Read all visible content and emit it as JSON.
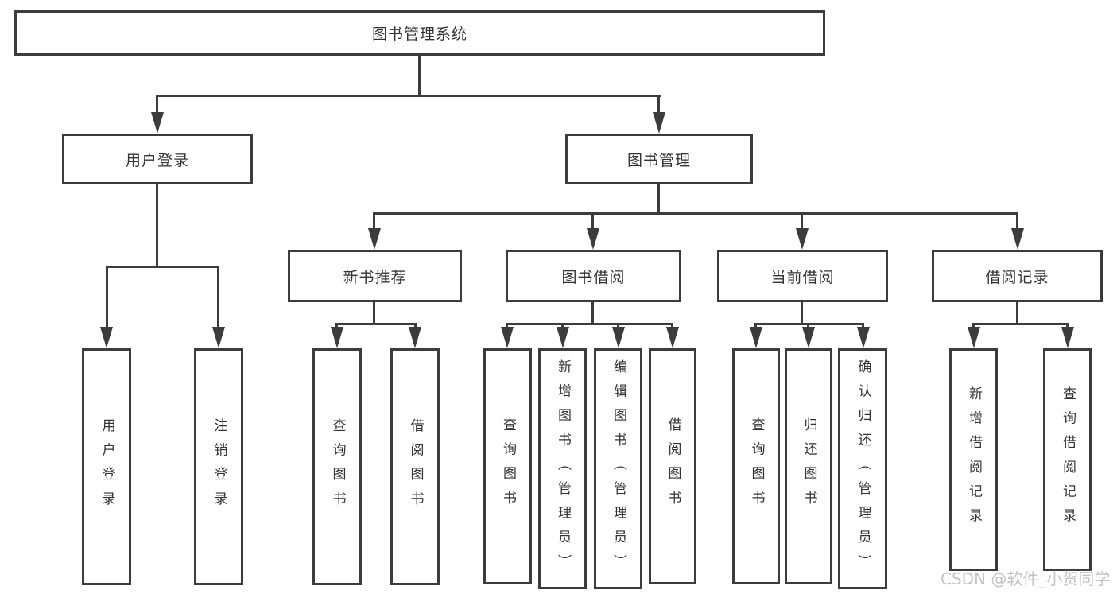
{
  "tree": {
    "root": {
      "label": "图书管理系统",
      "children": [
        {
          "label": "用户登录",
          "children": [
            {
              "label": "用户登录"
            },
            {
              "label": "注销登录"
            }
          ]
        },
        {
          "label": "图书管理",
          "children": [
            {
              "label": "新书推荐",
              "children": [
                {
                  "label": "查询图书"
                },
                {
                  "label": "借阅图书"
                }
              ]
            },
            {
              "label": "图书借阅",
              "children": [
                {
                  "label": "查询图书"
                },
                {
                  "label": "新增图书（管理员）"
                },
                {
                  "label": "编辑图书（管理员）"
                },
                {
                  "label": "借阅图书"
                }
              ]
            },
            {
              "label": "当前借阅",
              "children": [
                {
                  "label": "查询图书"
                },
                {
                  "label": "归还图书"
                },
                {
                  "label": "确认归还（管理员）"
                }
              ]
            },
            {
              "label": "借阅记录",
              "children": [
                {
                  "label": "新增借阅记录"
                },
                {
                  "label": "查询借阅记录"
                }
              ]
            }
          ]
        }
      ]
    }
  },
  "watermark": "CSDN @软件_小贺同学",
  "colors": {
    "line": "#3c3c3c",
    "text": "#333333",
    "watermark": "#c3c3c3",
    "background": "#ffffff"
  }
}
